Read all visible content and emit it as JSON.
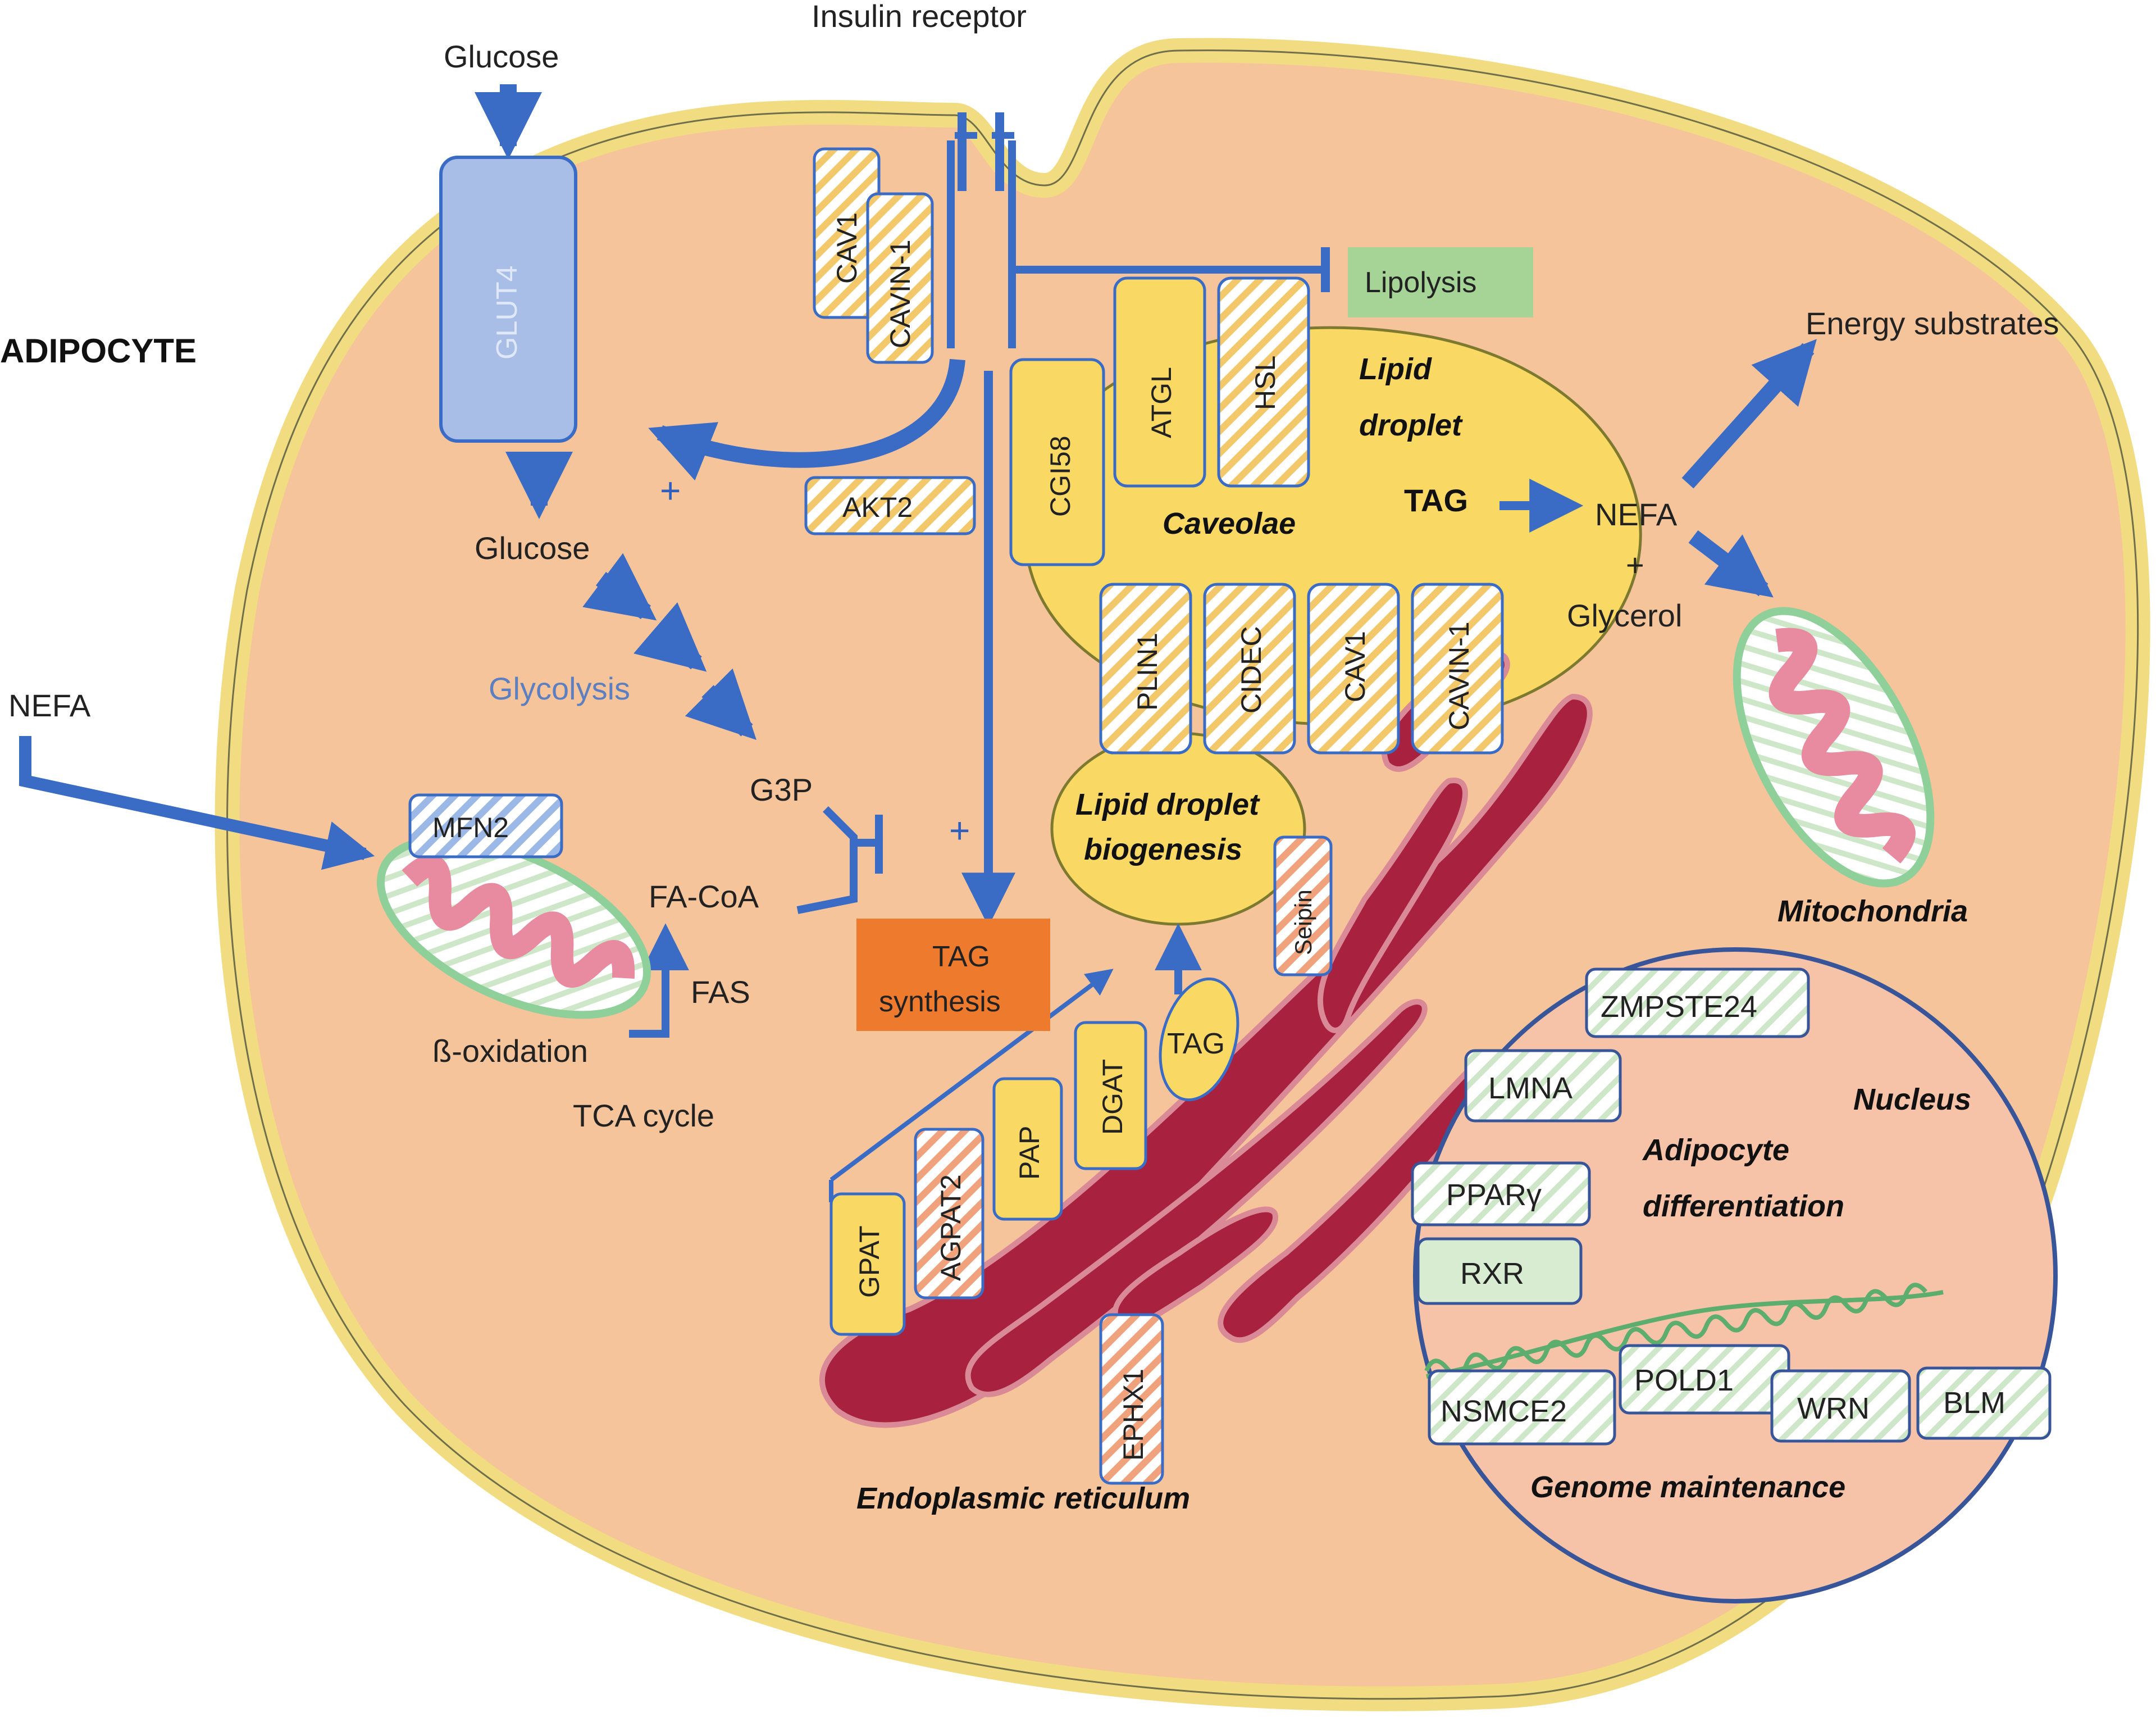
{
  "title": "ADIPOCYTE",
  "labels": {
    "insulin_receptor": "Insulin receptor",
    "glucose_in": "Glucose",
    "glut4": "GLUT4",
    "glucose_cyto": "Glucose",
    "glycolysis": "Glycolysis",
    "g3p": "G3P",
    "fa_coa": "FA-CoA",
    "fas": "FAS",
    "beta_oxidation": "ß-oxidation",
    "tca_cycle": "TCA cycle",
    "nefa_in": "NEFA",
    "nefa_out": "NEFA",
    "plus_sign": "+",
    "glycerol": "Glycerol",
    "energy_substrates": "Energy substrates",
    "tag_droplet": "TAG",
    "tag_er": "TAG",
    "tag_synthesis_line1": "TAG",
    "tag_synthesis_line2": "synthesis",
    "lipolysis": "Lipolysis",
    "plus_1": "+",
    "plus_2": "+"
  },
  "compartments": {
    "lipid_droplet_line1": "Lipid",
    "lipid_droplet_line2": "droplet",
    "caveolae": "Caveolae",
    "lipid_droplet_biogenesis_line1": "Lipid droplet",
    "lipid_droplet_biogenesis_line2": "biogenesis",
    "mitochondria": "Mitochondria",
    "endoplasmic_reticulum": "Endoplasmic reticulum",
    "nucleus": "Nucleus",
    "adipocyte_differentiation_line1": "Adipocyte",
    "adipocyte_differentiation_line2": "differentiation",
    "genome_maintenance": "Genome maintenance"
  },
  "proteins": {
    "cav1_top": "CAV1",
    "cavin1_top": "CAVIN-1",
    "akt2": "AKT2",
    "cgi58": "CGI58",
    "atgl": "ATGL",
    "hsl": "HSL",
    "plin1": "PLIN1",
    "cidec": "CIDEC",
    "cav1_droplet": "CAV1",
    "cavin1_droplet": "CAVIN-1",
    "seipin": "Seipin",
    "mfn2": "MFN2",
    "gpat": "GPAT",
    "agpat2": "AGPAT2",
    "pap": "PAP",
    "dgat": "DGAT",
    "ephx1": "EPHX1",
    "zmpste24": "ZMPSTE24",
    "lmna": "LMNA",
    "ppary": "PPARγ",
    "rxr": "RXR",
    "nsmce2": "NSMCE2",
    "pold1": "POLD1",
    "wrn": "WRN",
    "blm": "BLM"
  },
  "colors": {
    "cell_fill": "#f6c49a",
    "membrane": "#f4e08a",
    "arrow_blue": "#3a6cc6",
    "droplet_yellow": "#f9d964",
    "er_red": "#a8213f",
    "tag_synthesis": "#ee7a2e",
    "lipolysis_green": "#a6d496",
    "glut4_blue": "#a9bee6",
    "nucleus_fill": "#f7c3a8"
  }
}
